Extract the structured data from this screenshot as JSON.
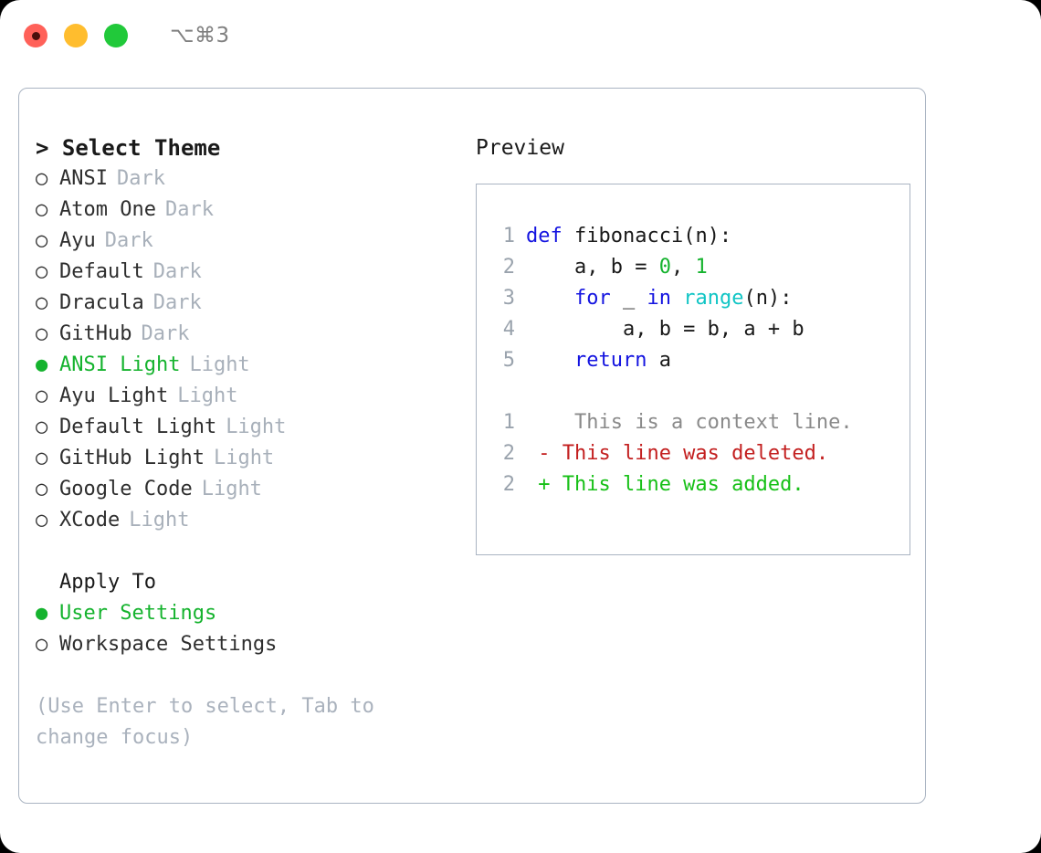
{
  "titlebar": {
    "lights": [
      {
        "name": "close",
        "color": "#ff6159"
      },
      {
        "name": "minimize",
        "color": "#ffbd2e"
      },
      {
        "name": "maximize",
        "color": "#21c93a"
      }
    ],
    "shortcut": "⌥⌘3"
  },
  "theme_panel": {
    "header": "> Select Theme",
    "items": [
      {
        "marker": "○",
        "name": "ANSI",
        "variant": "Dark",
        "selected": false
      },
      {
        "marker": "○",
        "name": "Atom One",
        "variant": "Dark",
        "selected": false
      },
      {
        "marker": "○",
        "name": "Ayu",
        "variant": "Dark",
        "selected": false
      },
      {
        "marker": "○",
        "name": "Default",
        "variant": "Dark",
        "selected": false
      },
      {
        "marker": "○",
        "name": "Dracula",
        "variant": "Dark",
        "selected": false
      },
      {
        "marker": "○",
        "name": "GitHub",
        "variant": "Dark",
        "selected": false
      },
      {
        "marker": "●",
        "name": "ANSI Light",
        "variant": "Light",
        "selected": true
      },
      {
        "marker": "○",
        "name": "Ayu Light",
        "variant": "Light",
        "selected": false
      },
      {
        "marker": "○",
        "name": "Default Light",
        "variant": "Light",
        "selected": false
      },
      {
        "marker": "○",
        "name": "GitHub Light",
        "variant": "Light",
        "selected": false
      },
      {
        "marker": "○",
        "name": "Google Code",
        "variant": "Light",
        "selected": false
      },
      {
        "marker": "○",
        "name": "XCode",
        "variant": "Light",
        "selected": false
      }
    ],
    "apply_to_label": "Apply To",
    "apply_to_options": [
      {
        "marker": "●",
        "name": "User Settings",
        "selected": true
      },
      {
        "marker": "○",
        "name": "Workspace Settings",
        "selected": false
      }
    ],
    "hint": "(Use Enter to select, Tab to change focus)"
  },
  "preview_panel": {
    "title": "Preview",
    "code_lines": [
      {
        "number": "1",
        "tokens": [
          {
            "t": "def",
            "c": "kw"
          },
          {
            "t": " fibonacci(n):",
            "c": "id"
          }
        ]
      },
      {
        "number": "2",
        "tokens": [
          {
            "t": "    a, b = ",
            "c": "id"
          },
          {
            "t": "0",
            "c": "num"
          },
          {
            "t": ", ",
            "c": "id"
          },
          {
            "t": "1",
            "c": "num"
          }
        ]
      },
      {
        "number": "3",
        "tokens": [
          {
            "t": "    ",
            "c": "id"
          },
          {
            "t": "for",
            "c": "kw"
          },
          {
            "t": " _ ",
            "c": "id"
          },
          {
            "t": "in",
            "c": "kw"
          },
          {
            "t": " ",
            "c": "id"
          },
          {
            "t": "range",
            "c": "fn"
          },
          {
            "t": "(n):",
            "c": "id"
          }
        ]
      },
      {
        "number": "4",
        "tokens": [
          {
            "t": "        a, b = b, a + b",
            "c": "id"
          }
        ]
      },
      {
        "number": "5",
        "tokens": [
          {
            "t": "    ",
            "c": "id"
          },
          {
            "t": "return",
            "c": "kw"
          },
          {
            "t": " a",
            "c": "id"
          }
        ]
      }
    ],
    "diff_lines": [
      {
        "number": "1",
        "sign": " ",
        "text": "  This is a context line.",
        "kind": "ctx"
      },
      {
        "number": "2",
        "sign": "-",
        "text": " This line was deleted.",
        "kind": "del"
      },
      {
        "number": "2",
        "sign": "+",
        "text": " This line was added.",
        "kind": "add"
      }
    ]
  },
  "colors": {
    "accent_green": "#15b32e",
    "keyword_blue": "#1414e0",
    "function_cyan": "#11c5c5",
    "diff_delete_red": "#c31f1f",
    "diff_add_green": "#17c017",
    "muted_gray": "#a8b0ba",
    "border_gray": "#aab4c2"
  }
}
